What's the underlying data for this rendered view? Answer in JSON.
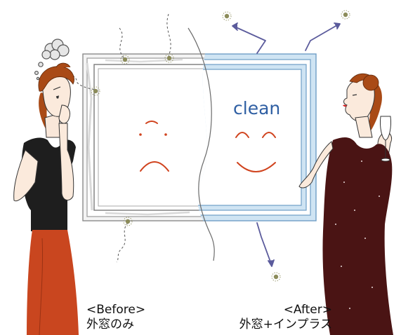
{
  "window": {
    "word": "clean"
  },
  "labels": {
    "before_title": "<Before>",
    "before_caption": "外窓のみ",
    "after_title": "<After>",
    "after_caption": "外窓+インプラス"
  },
  "colors": {
    "dirty_frame": "#bfbfbf",
    "clean_frame": "#cfe4f3",
    "clean_frame_stroke": "#6f9ec6",
    "dust": "#8c8c5a",
    "arrow": "#5b5b9c",
    "face_line": "#d0431e",
    "clean_text": "#2f5fa3",
    "skirt": "#c9461f",
    "gown": "#4a1414",
    "hair": "#a94a16",
    "top": "#1e1e1e"
  },
  "icons": {
    "dust": "dust-particle-icon",
    "arrow": "dust-escaping-arrow-icon",
    "thought": "worried-thought-bubble-icon",
    "glass": "wine-glass-icon"
  }
}
